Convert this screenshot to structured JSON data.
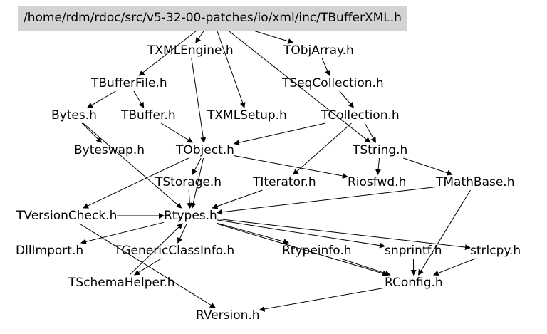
{
  "diagram": {
    "root": "/home/rdm/rdoc/src/v5-32-00-patches/io/xml/inc/TBufferXML.h",
    "nodes": {
      "txmlengine": "TXMLEngine.h",
      "tobjarray": "TObjArray.h",
      "tbufferfile": "TBufferFile.h",
      "tseqcollection": "TSeqCollection.h",
      "bytes": "Bytes.h",
      "tbuffer": "TBuffer.h",
      "txmlsetup": "TXMLSetup.h",
      "tcollection": "TCollection.h",
      "byteswap": "Byteswap.h",
      "tobject": "TObject.h",
      "tstring": "TString.h",
      "tstorage": "TStorage.h",
      "titerator": "TIterator.h",
      "riosfwd": "Riosfwd.h",
      "tmathbase": "TMathBase.h",
      "tversioncheck": "TVersionCheck.h",
      "rtypes": "Rtypes.h",
      "dllimport": "DllImport.h",
      "tgenericclassinfo": "TGenericClassInfo.h",
      "rtypeinfo": "Rtypeinfo.h",
      "snprintf": "snprintf.h",
      "strlcpy": "strlcpy.h",
      "tschemahelper": "TSchemaHelper.h",
      "rconfig": "RConfig.h",
      "rversion": "RVersion.h"
    },
    "edges": [
      [
        "root",
        "txmlengine"
      ],
      [
        "root",
        "tobjarray"
      ],
      [
        "root",
        "tbufferfile"
      ],
      [
        "root",
        "txmlsetup"
      ],
      [
        "root",
        "tstring"
      ],
      [
        "txmlengine",
        "tobject"
      ],
      [
        "tobjarray",
        "tseqcollection"
      ],
      [
        "tseqcollection",
        "tcollection"
      ],
      [
        "tbufferfile",
        "bytes"
      ],
      [
        "tbufferfile",
        "tbuffer"
      ],
      [
        "tbuffer",
        "tobject"
      ],
      [
        "bytes",
        "byteswap"
      ],
      [
        "bytes",
        "rtypes"
      ],
      [
        "tcollection",
        "tobject"
      ],
      [
        "tcollection",
        "titerator"
      ],
      [
        "tcollection",
        "tstring"
      ],
      [
        "tobject",
        "tstorage"
      ],
      [
        "tobject",
        "riosfwd"
      ],
      [
        "tobject",
        "tversioncheck"
      ],
      [
        "tobject",
        "rtypes"
      ],
      [
        "tstring",
        "riosfwd"
      ],
      [
        "tstring",
        "tmathbase"
      ],
      [
        "tstorage",
        "rtypes"
      ],
      [
        "titerator",
        "rtypes"
      ],
      [
        "tmathbase",
        "rtypes"
      ],
      [
        "tmathbase",
        "rconfig"
      ],
      [
        "tversioncheck",
        "rtypes"
      ],
      [
        "tversioncheck",
        "rversion"
      ],
      [
        "rtypes",
        "dllimport"
      ],
      [
        "rtypes",
        "tgenericclassinfo"
      ],
      [
        "rtypes",
        "rtypeinfo"
      ],
      [
        "rtypes",
        "snprintf"
      ],
      [
        "rtypes",
        "strlcpy"
      ],
      [
        "rtypes",
        "rconfig"
      ],
      [
        "tgenericclassinfo",
        "tschemahelper"
      ],
      [
        "tschemahelper",
        "rtypes"
      ],
      [
        "rtypeinfo",
        "rconfig"
      ],
      [
        "snprintf",
        "rconfig"
      ],
      [
        "strlcpy",
        "rconfig"
      ],
      [
        "rconfig",
        "rversion"
      ]
    ]
  },
  "colors": {
    "root_fill": "#d3d3d3",
    "edge": "#000000",
    "text": "#000000"
  }
}
